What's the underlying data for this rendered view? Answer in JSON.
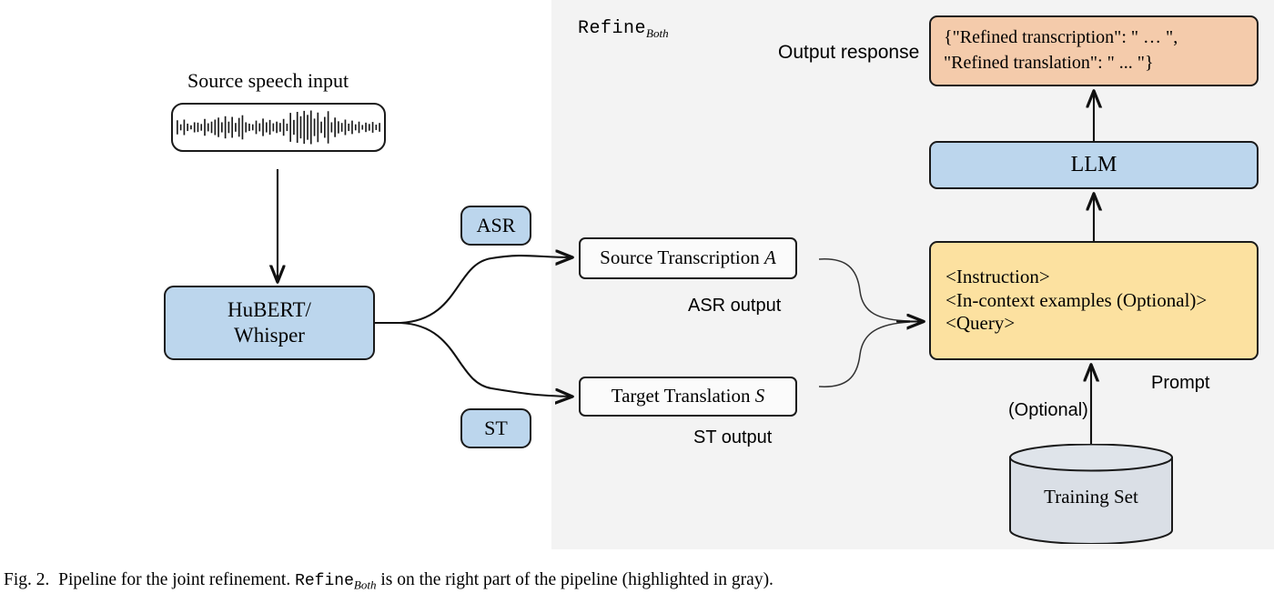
{
  "figure": {
    "panel_label": "Refine",
    "panel_label_sub": "Both",
    "caption_prefix": "Fig. 2.",
    "caption_part1": "Pipeline for the joint refinement.",
    "caption_mono": "Refine",
    "caption_mono_sub": "Both",
    "caption_part2": "is on the right part of the pipeline (highlighted in gray)."
  },
  "labels": {
    "source_speech_input": "Source speech input",
    "output_response": "Output response",
    "asr_output": "ASR output",
    "st_output": "ST output",
    "prompt": "Prompt",
    "optional": "(Optional)"
  },
  "nodes": {
    "hubert": "HuBERT/\nWhisper",
    "hubert_line1": "HuBERT/",
    "hubert_line2": "Whisper",
    "asr": "ASR",
    "st": "ST",
    "source_transcription": "Source Transcription ",
    "source_transcription_var": "A",
    "target_translation": "Target Translation ",
    "target_translation_var": "S",
    "llm": "LLM",
    "training_set": "Training Set",
    "prompt_line1": "<Instruction>",
    "prompt_line2": "<In-context examples (Optional)>",
    "prompt_line3": " <Query>",
    "output_line1": "{\"Refined transcription\": \" … \",",
    "output_line2": " \"Refined translation\": \" ... \"}"
  },
  "colors": {
    "panel_gray": "#f3f3f3",
    "blue_fill": "#bcd6ed",
    "yellow_fill": "#fce1a0",
    "peach_fill": "#f4cbab",
    "cylinder_fill": "#dadfe6",
    "stroke": "#1a1a1a",
    "page_background": "#ffffff"
  },
  "waveform": {
    "bars": [
      0.42,
      0.18,
      0.46,
      0.22,
      0.12,
      0.3,
      0.28,
      0.2,
      0.5,
      0.24,
      0.34,
      0.46,
      0.58,
      0.3,
      0.66,
      0.34,
      0.62,
      0.26,
      0.56,
      0.72,
      0.3,
      0.22,
      0.18,
      0.4,
      0.24,
      0.52,
      0.3,
      0.44,
      0.24,
      0.34,
      0.26,
      0.5,
      0.22,
      0.86,
      0.44,
      0.92,
      0.66,
      0.98,
      0.74,
      1.0,
      0.52,
      0.88,
      0.34,
      0.62,
      0.96,
      0.3,
      0.58,
      0.36,
      0.26,
      0.46,
      0.22,
      0.4,
      0.18,
      0.34,
      0.14,
      0.28,
      0.2,
      0.32,
      0.16,
      0.26
    ]
  }
}
